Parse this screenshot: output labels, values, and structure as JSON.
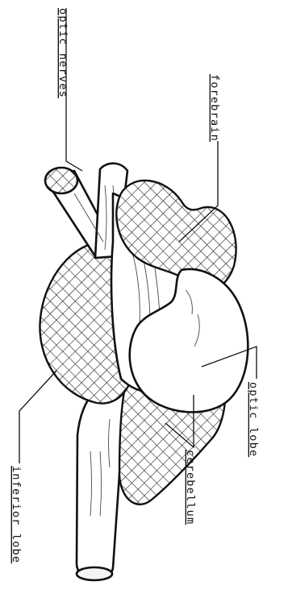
{
  "figure": {
    "labels": {
      "optic_nerves": "optic nerves",
      "forebrain": "forebrain",
      "optic_lobe": "optic lobe",
      "cerebellum": "cerebellum",
      "inferior_lobe": "inferior lobe"
    },
    "colors": {
      "ink": "#111111",
      "paper": "#ffffff"
    }
  }
}
